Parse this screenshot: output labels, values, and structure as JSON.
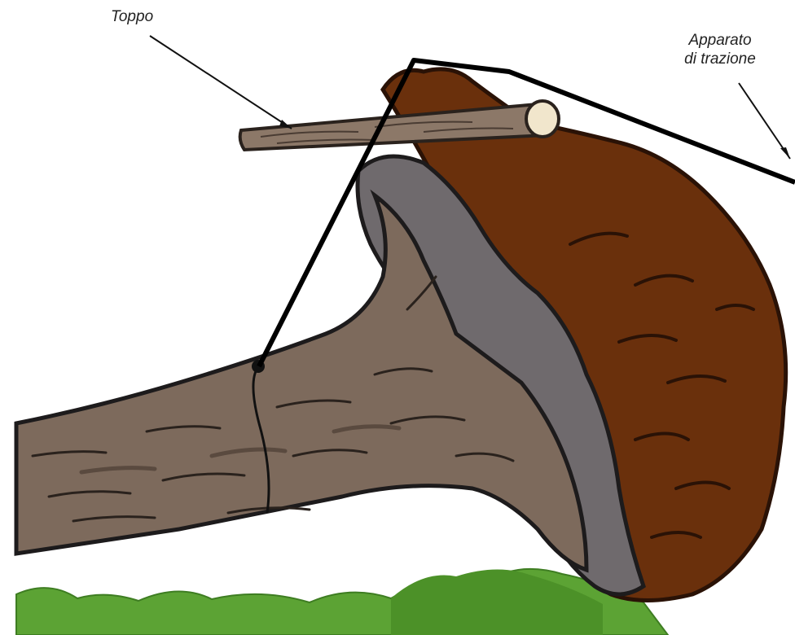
{
  "labels": {
    "toppo": "Toppo",
    "apparato_line1": "Apparato",
    "apparato_line2": "di trazione"
  },
  "colors": {
    "trunk": "#7d6a5c",
    "trunk_streak": "#5a4a3f",
    "root_gray": "#6f6a6d",
    "soil": "#6a300c",
    "grass": "#5ca334",
    "log": "#8c7868",
    "log_end": "#f1e6cc",
    "line": "#000000"
  }
}
